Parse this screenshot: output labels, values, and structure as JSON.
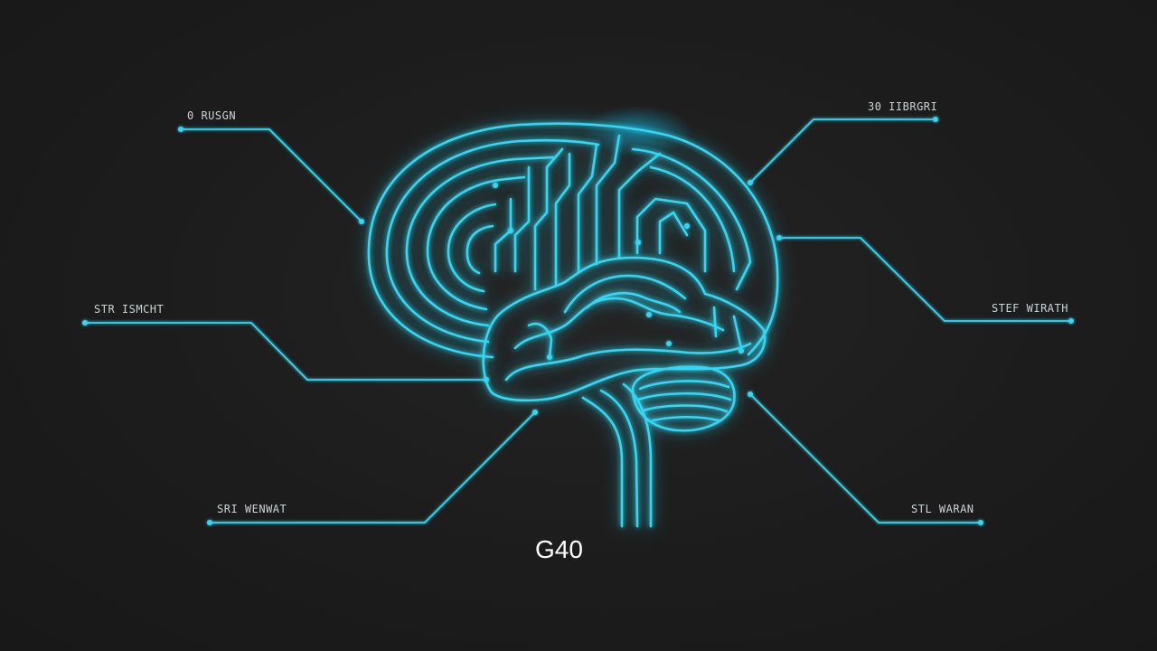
{
  "colors": {
    "background": "#1c1c1c",
    "accent": "#35d6f2",
    "glow": "#0fb4e0",
    "label": "#c9d3d6",
    "caption": "#ffffff"
  },
  "diagram": {
    "subject": "brain-icon",
    "caption": "G40",
    "callouts": [
      {
        "id": "top-left",
        "label": "0 RUSGN"
      },
      {
        "id": "mid-left",
        "label": "STR ISMCHT"
      },
      {
        "id": "bottom-left",
        "label": "SRI WENWAT"
      },
      {
        "id": "top-right",
        "label": "30 IIBRGRI"
      },
      {
        "id": "mid-right",
        "label": "STEF WIRATH"
      },
      {
        "id": "bottom-right",
        "label": "STL WARAN"
      }
    ]
  }
}
